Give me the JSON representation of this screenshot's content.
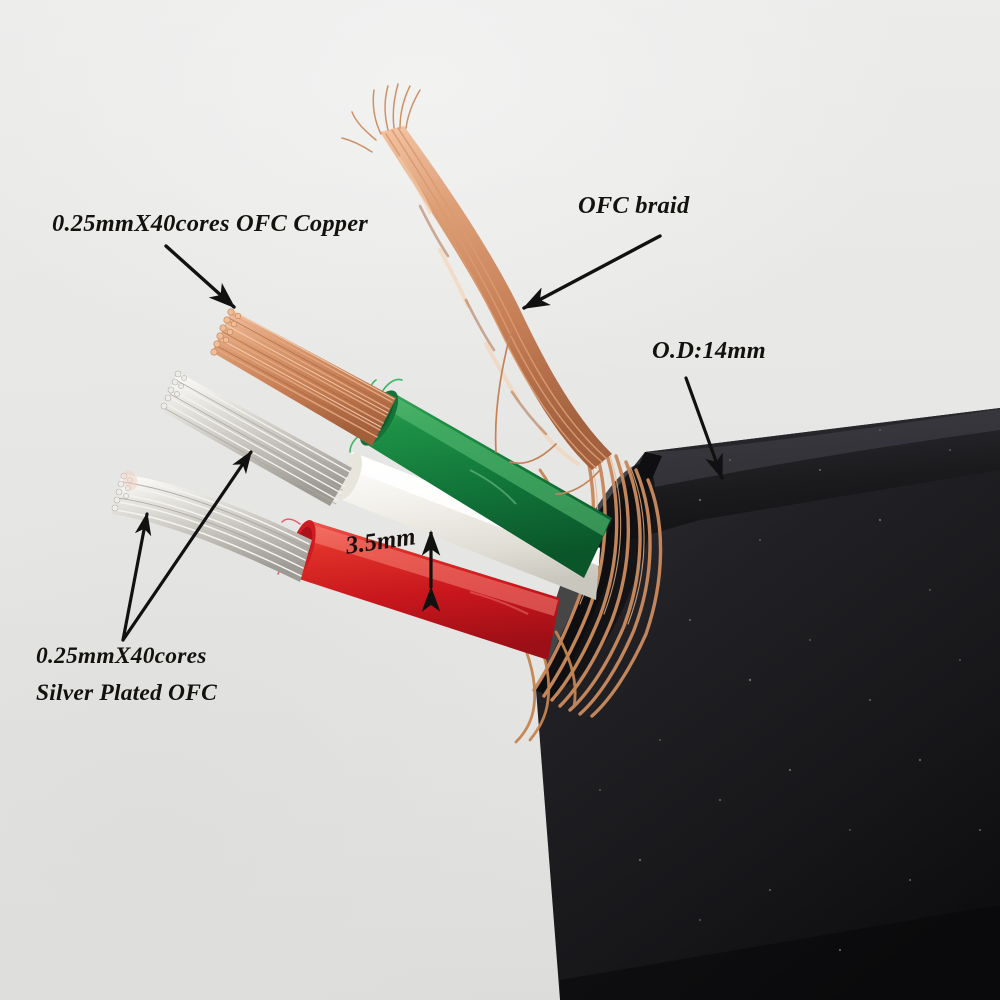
{
  "image": {
    "subject": "Stripped end of a multi-core audio power cable showing inner conductors",
    "background_color": "#e8e8e6"
  },
  "annotations": {
    "copper_conductor": {
      "label": "0.25mmX40cores OFC Copper",
      "points_to": "bare copper strand bundle emerging from green insulated wire"
    },
    "braid": {
      "label": "OFC braid",
      "points_to": "twisted copper shielding braid"
    },
    "outer_diameter": {
      "label": "O.D:14mm",
      "points_to": "black outer jacket"
    },
    "silver_conductor": {
      "label_line1": "0.25mmX40cores",
      "label_line2": "Silver Plated OFC",
      "points_to": "two silver plated strand bundles"
    },
    "wire_diameter": {
      "label": "3.5mm",
      "points_to": "red insulated wire diameter"
    }
  },
  "parts": {
    "jacket": {
      "name": "black outer jacket",
      "color": "#1b1b1e"
    },
    "braid": {
      "name": "OFC copper braid",
      "color": "#c98a62"
    },
    "green_wire": {
      "name": "green insulated conductor",
      "color": "#19803c"
    },
    "white_wire": {
      "name": "white insulated conductor",
      "color": "#f2f0ea"
    },
    "red_wire": {
      "name": "red insulated conductor",
      "color": "#d8232a"
    },
    "copper_strands": {
      "name": "bare OFC copper strands",
      "color": "#d9956d"
    },
    "silver_strands": {
      "name": "silver plated OFC strands",
      "color": "#d9d7d2"
    }
  },
  "colors": {
    "label_text": "#14120f",
    "arrow": "#111111"
  }
}
